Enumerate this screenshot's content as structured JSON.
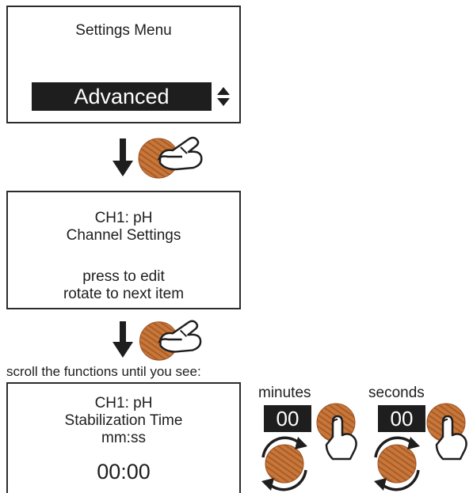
{
  "screen1": {
    "title": "Settings Menu",
    "selected_value": "Advanced"
  },
  "screen2": {
    "line1": "CH1: pH",
    "line2": "Channel Settings",
    "line3": "press to edit",
    "line4": "rotate to next item"
  },
  "scroll_note": "scroll the functions until you see:",
  "screen3": {
    "line1": "CH1: pH",
    "line2": "Stabilization Time",
    "line3": "mm:ss",
    "value": "00:00"
  },
  "minutes": {
    "label": "minutes",
    "value": "00"
  },
  "seconds": {
    "label": "seconds",
    "value": "00"
  },
  "colors": {
    "knob": "#c8773a",
    "knob_dark": "#9c5222",
    "screen_border": "#2b2b2b",
    "inverted_bg": "#1e1e1e"
  },
  "icons": [
    "down-arrow-icon",
    "press-knob-hand-icon",
    "rotate-knob-icon",
    "up-down-arrows-icon"
  ]
}
